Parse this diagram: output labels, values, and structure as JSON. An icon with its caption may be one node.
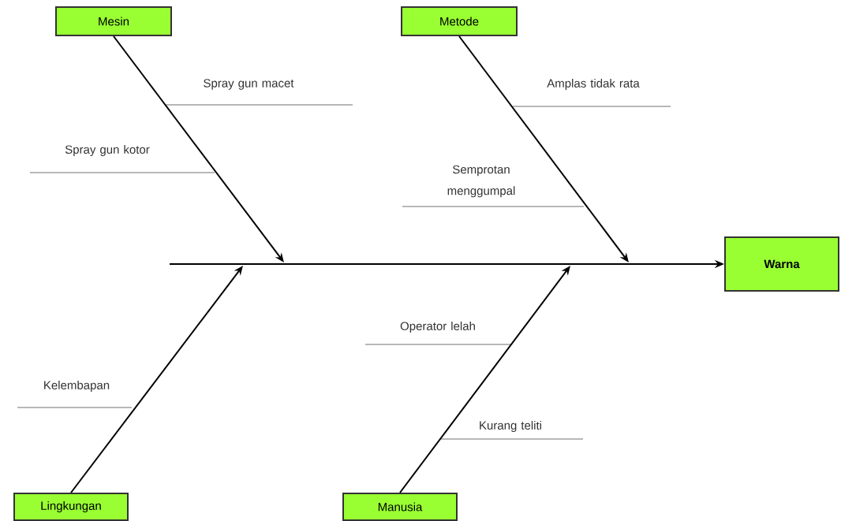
{
  "diagram": {
    "nodes": [
      {
        "text": [
          "Mesin"
        ]
      },
      {
        "text": [
          "Metode"
        ]
      },
      {
        "text": [
          "Lingkungan"
        ]
      },
      {
        "text": [
          "Manusia"
        ]
      },
      {
        "text": [
          "Warna"
        ]
      }
    ],
    "edges": [
      {
        "from": null,
        "to": 4,
        "arrow": "to"
      },
      {
        "from": 0,
        "to": null,
        "arrow": "to"
      },
      {
        "from": 1,
        "to": null,
        "arrow": "to"
      },
      {
        "from": 2,
        "to": null,
        "arrow": "to"
      },
      {
        "from": 3,
        "to": null,
        "arrow": "to"
      }
    ],
    "labels": [
      "Spray gun macet",
      "Amplas tidak rata",
      "Spray gun kotor",
      "Semprotan menggumpal",
      "Operator lelah",
      "Kelembapan",
      "Kurang teliti"
    ]
  }
}
